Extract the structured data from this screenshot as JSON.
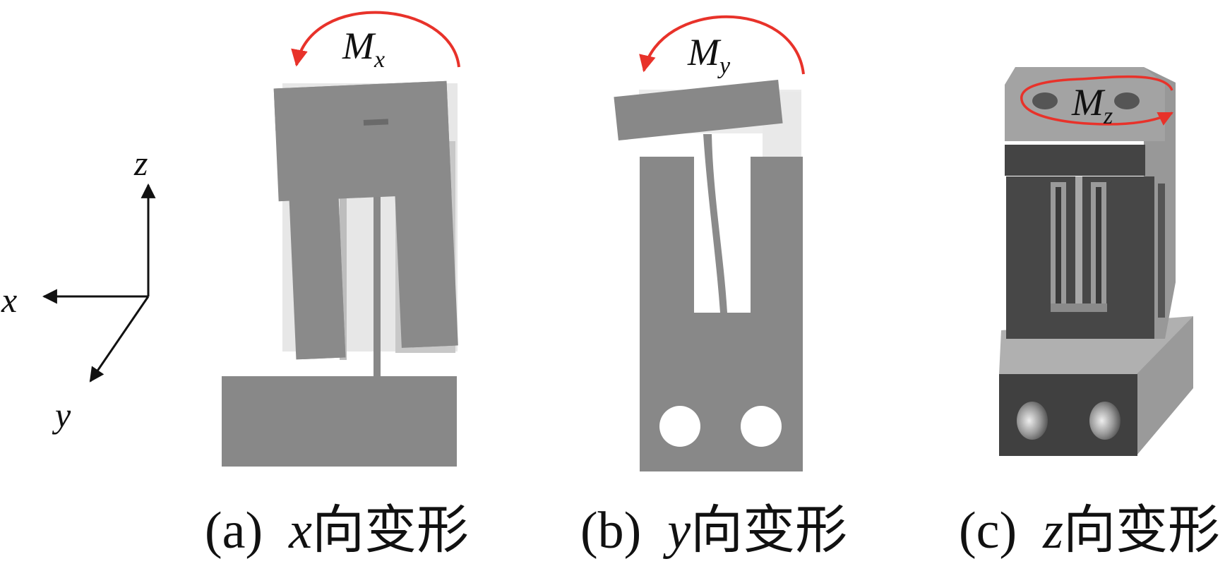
{
  "axes": {
    "z_label": "z",
    "x_label": "x",
    "y_label": "y"
  },
  "moments": {
    "mx": {
      "symbol": "M",
      "subscript": "x"
    },
    "my": {
      "symbol": "M",
      "subscript": "y"
    },
    "mz": {
      "symbol": "M",
      "subscript": "z"
    }
  },
  "captions": [
    {
      "prefix": "(a)",
      "var": "x",
      "suffix": "向变形"
    },
    {
      "prefix": "(b)",
      "var": "y",
      "suffix": "向变形"
    },
    {
      "prefix": "(c)",
      "var": "z",
      "suffix": "向变形"
    }
  ],
  "colors": {
    "arrow_red": "#e8322a",
    "part_gray": "#888888",
    "part_light": "#b5b5b5",
    "part_dark": "#3f3f3f",
    "ghost": "#e4e4e4"
  }
}
